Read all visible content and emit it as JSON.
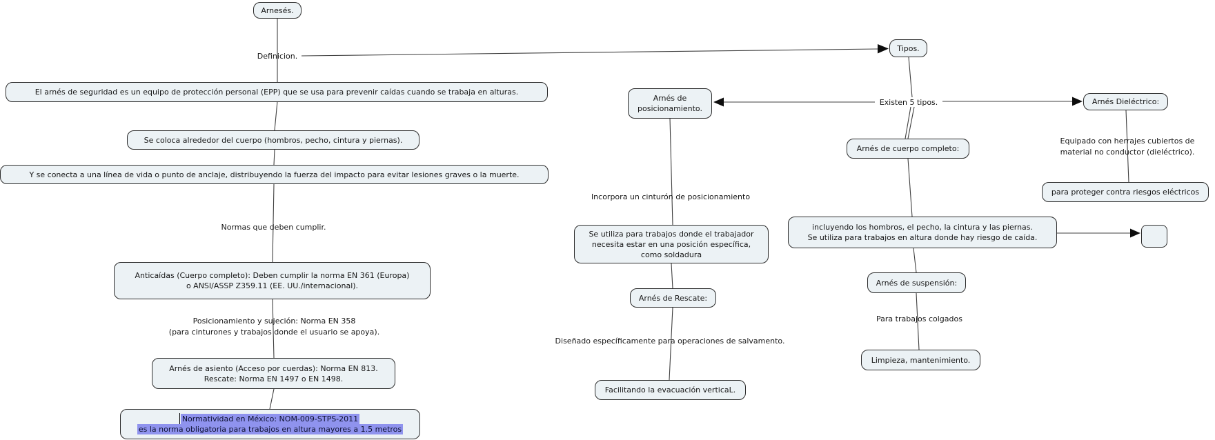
{
  "palette": {
    "node_fill": "#ecf2f5",
    "node_border": "#2b2b2b",
    "connector": "#3f3f3f",
    "arrowhead": "#0d0d0d",
    "selection_highlight": "#8f93ee",
    "selection_text": "#0c1030"
  },
  "nodes": {
    "arneses": "Arnesés.",
    "def_epp": "El arnés de seguridad es un equipo de protección personal (EPP) que se usa para prevenir caídas cuando se trabaja en alturas.",
    "def_coloca": "Se coloca alrededor del cuerpo (hombros, pecho, cintura y piernas).",
    "def_conecta": "Y se conecta a una línea de vida o punto de anclaje, distribuyendo la fuerza del impacto para evitar lesiones graves o la muerte.",
    "anticaidas": "Anticaídas (Cuerpo completo): Deben cumplir la norma EN 361 (Europa)\no ANSI/ASSP Z359.11 (EE. UU./internacional).",
    "asiento": "Arnés de asiento (Acceso por cuerdas): Norma EN 813.\nRescate: Norma EN 1497 o EN 1498.",
    "tipos": "Tipos.",
    "posicionamiento": "Arnés de\nposicionamiento.",
    "se_utiliza": "Se utiliza para trabajos donde el trabajador\nnecesita estar en una posición específica,\ncomo soldadura",
    "rescate": "Arnés de Rescate:",
    "facilitando": "Facilitando la evacuación verticaL.",
    "dielectrico": "Arnés Dieléctrico:",
    "proteger": "para proteger contra riesgos eléctricos",
    "cuerpo_completo": "Arnés de cuerpo completo:",
    "incluyendo": "incluyendo los hombros, el pecho, la cintura y las piernas.\nSe utiliza para trabajos en altura donde hay riesgo de caída.",
    "suspension": "Arnés de suspensión:",
    "limpieza": "Limpieza, mantenimiento.",
    "empty_node": ""
  },
  "labels": {
    "definicion": "Definicion.",
    "normas": "Normas que deben cumplir.",
    "posicionamiento_norma": "Posicionamiento y sujeción: Norma EN 358\n(para cinturones y trabajos donde el usuario se apoya).",
    "incorpora": "Incorpora un cinturón de posicionamiento",
    "existen": "Existen 5 tipos.",
    "equipado": "Equipado con herrajes cubiertos de\nmaterial no conductor (dieléctrico).",
    "disenado": "Diseñado específicamente para operaciones de salvamento.",
    "para_trabajos": "Para trabajos colgados"
  },
  "selection": {
    "line1": "Normatividad en México: NOM-009-STPS-2011",
    "line2": "es la norma obligatoria para trabajos en altura mayores a 1.5 metros"
  }
}
